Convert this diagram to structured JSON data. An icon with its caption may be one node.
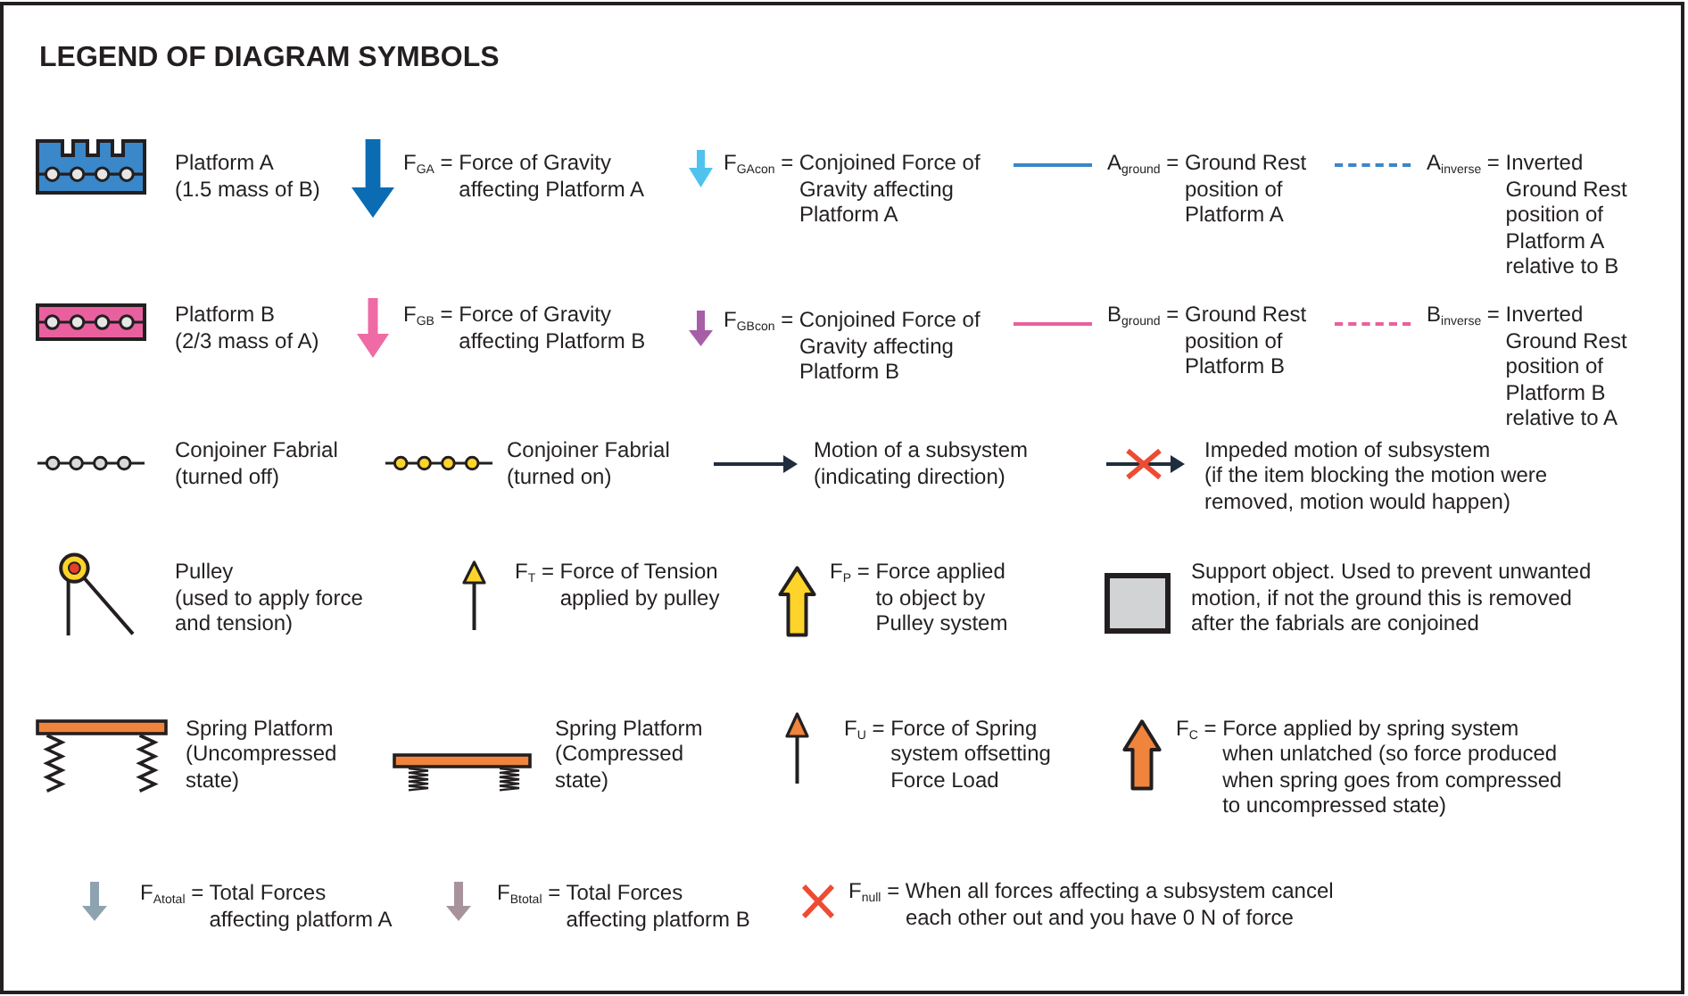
{
  "diagram": {
    "title": "LEGEND OF DIAGRAM SYMBOLS",
    "legend": [
      {
        "text": "Platform A (1.5 mass of B)"
      },
      {
        "text": "F$_{GA}$ = Force of Gravity affecting Platform A"
      },
      {
        "text": "F$_{GAcon}$ = Conjoined Force of Gravity affecting Platform A"
      },
      {
        "text": "A$_{ground}$ = Ground Rest position of Platform A"
      },
      {
        "text": "A$_{inverse}$ = Inverted Ground Rest position of Platform A relative to B"
      },
      {
        "text": "Platform B (2/3 mass of A)"
      },
      {
        "text": "F$_{GB}$ = Force of Gravity affecting Platform B"
      },
      {
        "text": "F$_{GBcon}$ = Conjoined Force of Gravity affecting Platform B"
      },
      {
        "text": "B$_{ground}$ = Ground Rest position of Platform B"
      },
      {
        "text": "B$_{inverse}$ = Inverted Ground Rest position of Platform B relative to A"
      },
      {
        "text": "Conjoiner Fabrial (turned off)"
      },
      {
        "text": "Conjoiner Fabrial (turned on)"
      },
      {
        "text": "Motion of a subsystem (indicating direction)"
      },
      {
        "text": "Impeded motion of subsystem (if the item blocking the motion were removed, motion would happen)"
      },
      {
        "text": "Pulley (used to apply force and tension)"
      },
      {
        "text": "F$_{T}$ = Force of Tension applied by pulley"
      },
      {
        "text": "F$_{P}$ = Force applied to object by Pulley system"
      },
      {
        "text": "Support object. Used to prevent unwanted motion, if not the ground this is removed after the fabrials are conjoined"
      },
      {
        "text": "Spring Platform (Uncompressed state)"
      },
      {
        "text": "Spring Platform (Compressed state)"
      },
      {
        "text": "F$_{U}$ = Force of Spring system offsetting Force Load"
      },
      {
        "text": "F$_{C}$ = Force applied by spring system when unlatched (so force produced when spring goes from compressed to uncompressed state)"
      },
      {
        "text": "F$_{Atotal}$ = Total Forces affecting platform A"
      },
      {
        "text": "F$_{Btotal}$ = Total Forces affecting platform B"
      },
      {
        "text": "F$_{null}$ = When all forces affecting a subsystem cancel each other out and you have 0 N of force"
      }
    ]
  }
}
